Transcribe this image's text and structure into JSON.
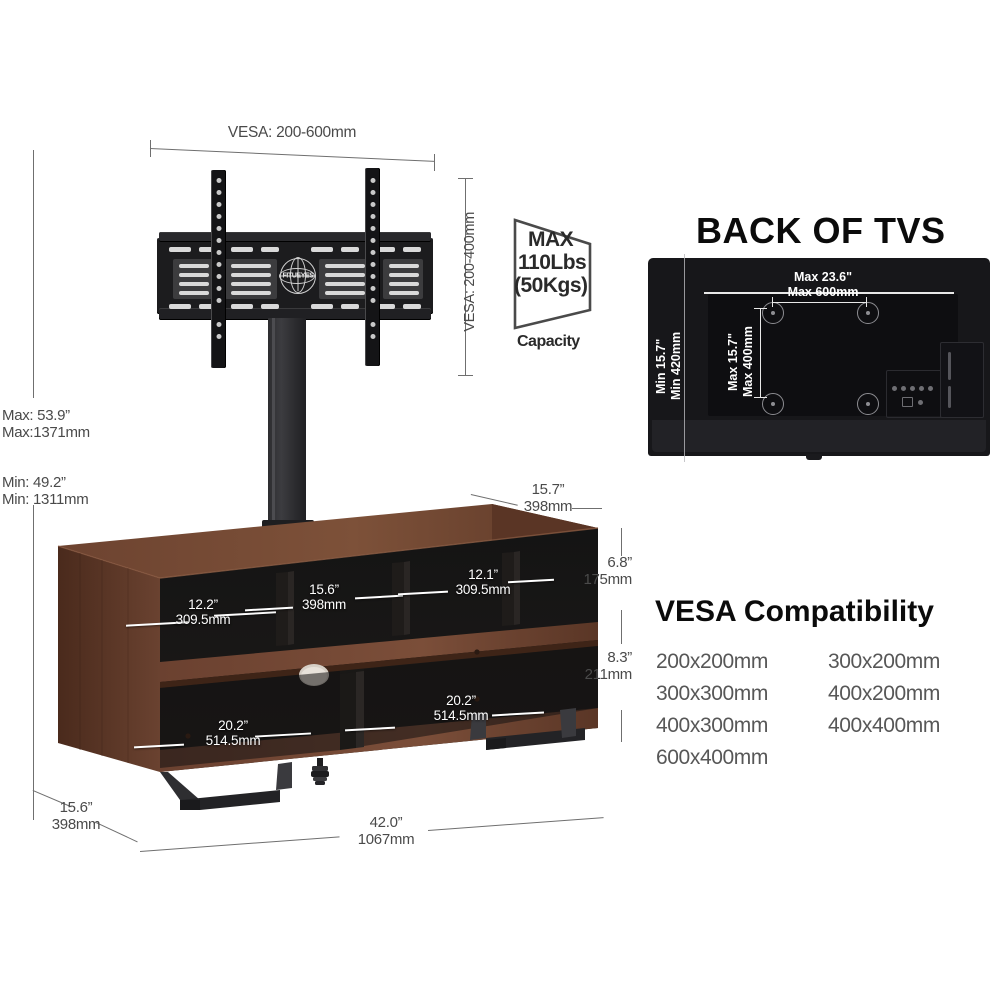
{
  "figure": {
    "title_back_of_tvs": "BACK OF TVS",
    "title_vesa_compat": "VESA Compatibility"
  },
  "mount": {
    "brand": "FITUEYES",
    "vesa_width_label": "VESA: 200-600mm",
    "vesa_height_label": "VESA: 200-400mm",
    "capacity": {
      "max": "MAX",
      "lbs": "110Lbs",
      "kgs": "(50Kgs)",
      "caption": "Capacity"
    }
  },
  "height_range": {
    "max_in": "Max: 53.9”",
    "max_mm": "Max:1371mm",
    "min_in": "Min:  49.2”",
    "min_mm": "Min: 1311mm"
  },
  "cabinet_dims": {
    "top_depth_in": "15.7”",
    "top_depth_mm": "398mm",
    "base_depth_in": "15.6”",
    "base_depth_mm": "398mm",
    "width_in": "42.0”",
    "width_mm": "1067mm",
    "upper_shelf_h_in": "6.8”",
    "upper_shelf_h_mm": "175mm",
    "lower_shelf_h_in": "8.3”",
    "lower_shelf_h_mm": "211mm",
    "compartments": [
      {
        "in": "12.2”",
        "mm": "309.5mm"
      },
      {
        "in": "15.6”",
        "mm": "398mm"
      },
      {
        "in": "12.1”",
        "mm": "309.5mm"
      },
      {
        "in": "20.2”",
        "mm": "514.5mm"
      },
      {
        "in": "20.2”",
        "mm": "514.5mm"
      }
    ]
  },
  "tv_back": {
    "width_in": "Max 23.6\"",
    "width_mm": "Max 600mm",
    "height_in": "Max 15.7\"",
    "height_mm": "Max 400mm",
    "min_in": "Min 15.7\"",
    "min_mm": "Min 420mm"
  },
  "vesa_compatibility": [
    [
      "200x200mm",
      "300x200mm"
    ],
    [
      "300x300mm",
      "400x200mm"
    ],
    [
      "400x300mm",
      "400x400mm"
    ],
    [
      "600x400mm",
      ""
    ]
  ],
  "colors": {
    "wood": "#5b3424",
    "wood_light": "#7a4a33",
    "metal": "#2a2a2c",
    "text": "#4a4a4a",
    "heading": "#0b0b0b"
  }
}
